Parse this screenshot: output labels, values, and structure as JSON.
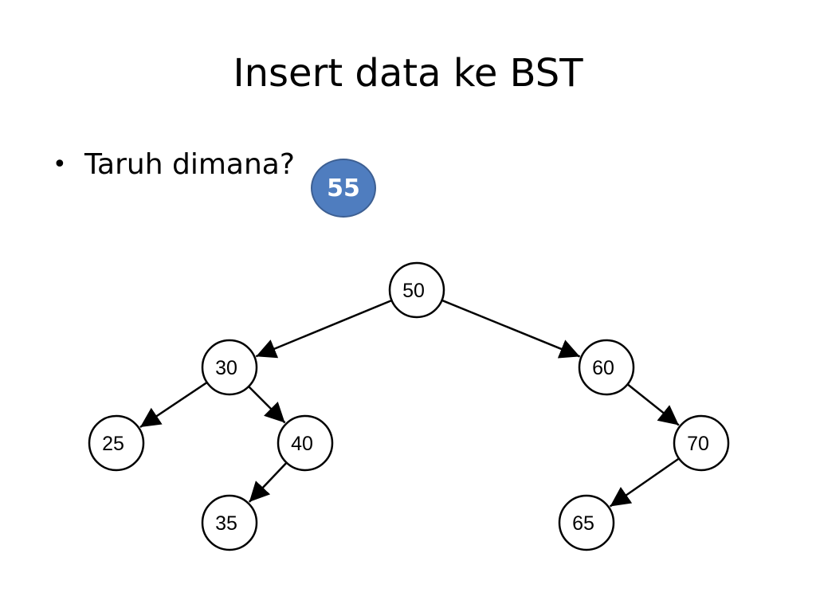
{
  "slide": {
    "title": "Insert data ke BST",
    "bullet": "Taruh dimana?",
    "insert_value": "55",
    "insert_color": "#4f7dbf"
  },
  "tree": {
    "nodes": [
      "50",
      "30",
      "60",
      "25",
      "40",
      "70",
      "35",
      "65"
    ],
    "edges": [
      {
        "from": "50",
        "to": "30"
      },
      {
        "from": "50",
        "to": "60"
      },
      {
        "from": "30",
        "to": "25"
      },
      {
        "from": "30",
        "to": "40"
      },
      {
        "from": "40",
        "to": "35"
      },
      {
        "from": "60",
        "to": "70"
      },
      {
        "from": "70",
        "to": "65"
      }
    ]
  }
}
